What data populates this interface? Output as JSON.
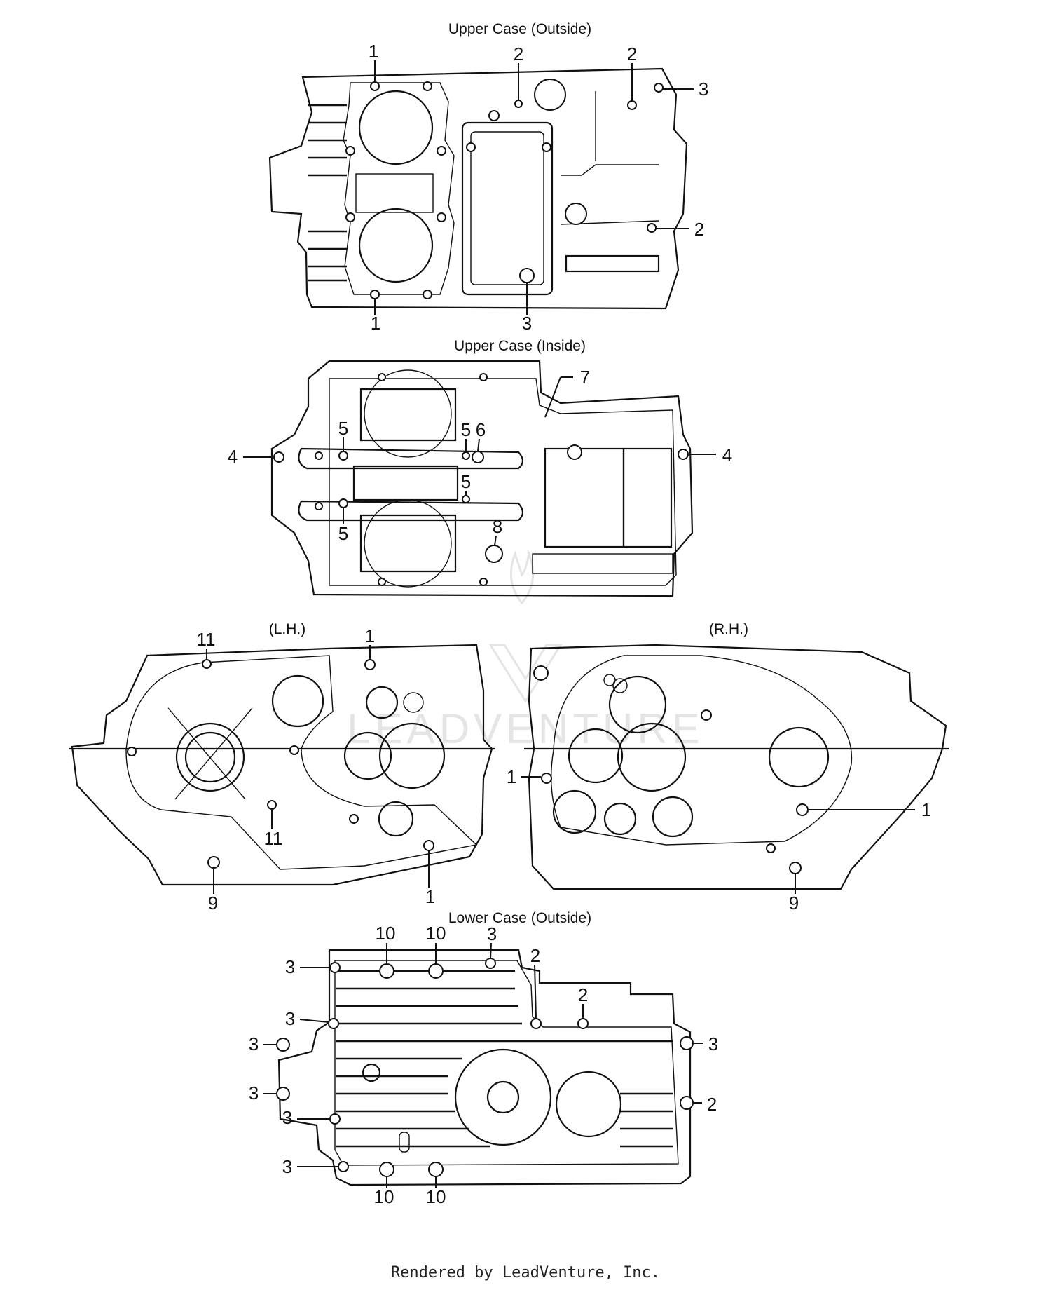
{
  "titles": {
    "upper_outside": "Upper Case (Outside)",
    "upper_inside": "Upper Case (Inside)",
    "lh": "(L.H.)",
    "rh": "(R.H.)",
    "lower_outside": "Lower Case (Outside)"
  },
  "callouts": {
    "upper_outside": [
      "1",
      "2",
      "2",
      "3",
      "2",
      "1",
      "3"
    ],
    "upper_inside": [
      "7",
      "5",
      "5",
      "6",
      "4",
      "4",
      "5",
      "5",
      "8"
    ],
    "lh": [
      "11",
      "1",
      "11",
      "9",
      "1"
    ],
    "rh": [
      "1",
      "1",
      "9"
    ],
    "lower_outside": [
      "10",
      "10",
      "3",
      "2",
      "3",
      "2",
      "3",
      "3",
      "3",
      "2",
      "3",
      "3",
      "3",
      "10",
      "10"
    ]
  },
  "watermark": "LEADVENTURE",
  "footer": "Rendered by LeadVenture, Inc."
}
